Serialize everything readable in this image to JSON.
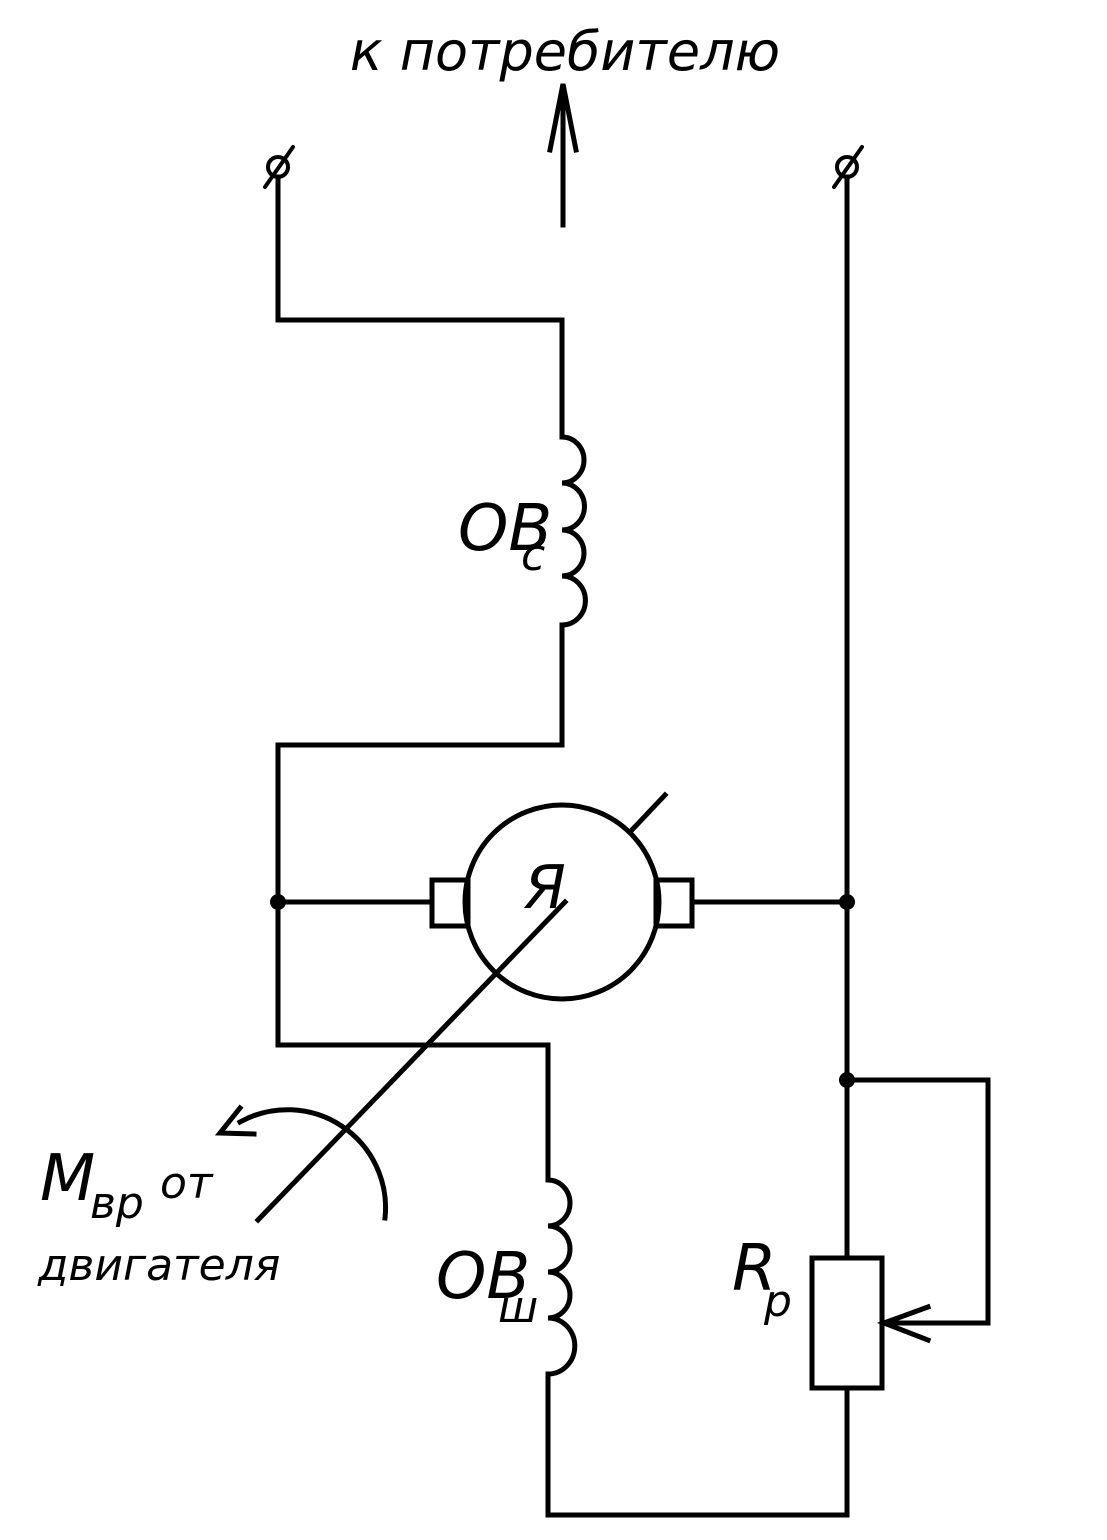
{
  "title": "к потребителю",
  "labels": {
    "series_winding_main": "ОВ",
    "series_winding_sub": "с",
    "armature": "Я",
    "shunt_winding_main": "ОВ",
    "shunt_winding_sub": "ш",
    "resistor_main": "R",
    "resistor_sub": "р",
    "torque_main": "М",
    "torque_sub": "вр",
    "torque_from": "от",
    "torque_engine": "двигателя"
  },
  "colors": {
    "stroke": "#000000",
    "background": "#ffffff"
  }
}
